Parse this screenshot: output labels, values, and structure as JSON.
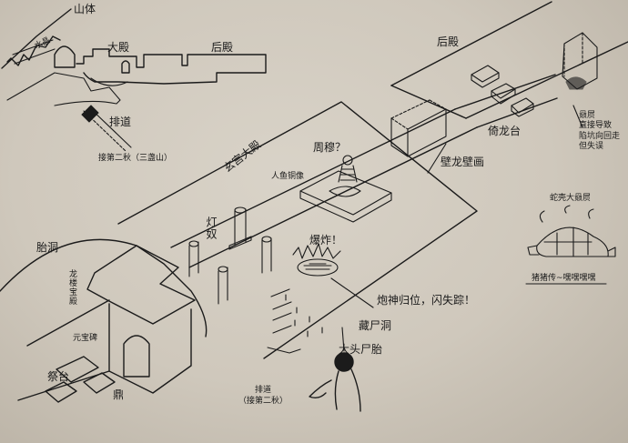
{
  "labels": {
    "mountain": "山体",
    "inset_tomb": "水晶",
    "hall_main": "大殿",
    "hall_rear_inset": "后殿",
    "route": "排道",
    "route_note": "接第二秋（三盏山）",
    "rear_hall": "后殿",
    "xuangong": "玄宫大殿",
    "dragon_platform": "倚龙台",
    "mural": "壁龙壁画",
    "zhou_mu": "周穆？",
    "figures": "人鱼铜像",
    "lamp_slaves": "灯奴",
    "explosion": "爆炸！",
    "turtle_note": "赑屃\n直接导致\n陷坑向回走\n但失误",
    "tortoise": "蛇壳大赑屃",
    "snore": "猪猪传~嘿嘿嘿嘿",
    "pit_note": "炮神归位，闪失踪！",
    "corpse_cave": "藏尸洞",
    "big_head": "大头尸胎",
    "cave": "胎洞",
    "dragon_hall": "龙楼宝殿",
    "stele": "元宝碑",
    "altar": "祭台",
    "tripod": "鼎",
    "route_bottom": "排道\n（接第二秋）"
  }
}
